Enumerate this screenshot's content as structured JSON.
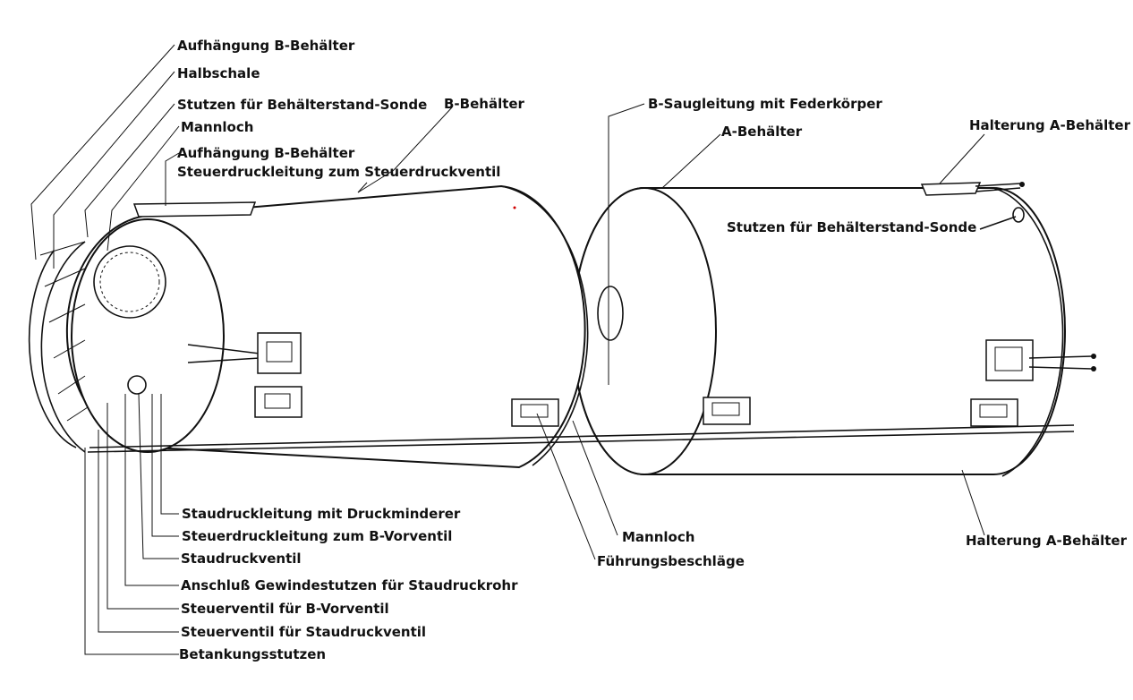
{
  "diagram": {
    "labels": {
      "aufhaengung_b_1": "Aufhängung B-Behälter",
      "halbschale": "Halbschale",
      "stutzen_b": "Stutzen für Behälterstand-Sonde",
      "mannloch_b": "Mannloch",
      "aufhaengung_b_2": "Aufhängung B-Behälter",
      "steuerdruck_steuerventil": "Steuerdruckleitung zum Steuerdruckventil",
      "b_behaelter": "B-Behälter",
      "b_saugleitung": "B-Saugleitung mit Federkörper",
      "a_behaelter": "A-Behälter",
      "halterung_a_top": "Halterung A-Behälter",
      "stutzen_a": "Stutzen für Behälterstand-Sonde",
      "staudruckleitung": "Staudruckleitung mit Druckminderer",
      "steuerdruck_vorventil": "Steuerdruckleitung zum B-Vorventil",
      "staudruckventil": "Staudruckventil",
      "anschluss": "Anschluß Gewindestutzen für Staudruckrohr",
      "steuerventil_b": "Steuerventil für B-Vorventil",
      "steuerventil_stau": "Steuerventil für Staudruckventil",
      "betankung": "Betankungsstutzen",
      "mannloch_a": "Mannloch",
      "fuehrung": "Führungsbeschläge",
      "halterung_a_bottom": "Halterung A-Behälter"
    }
  }
}
